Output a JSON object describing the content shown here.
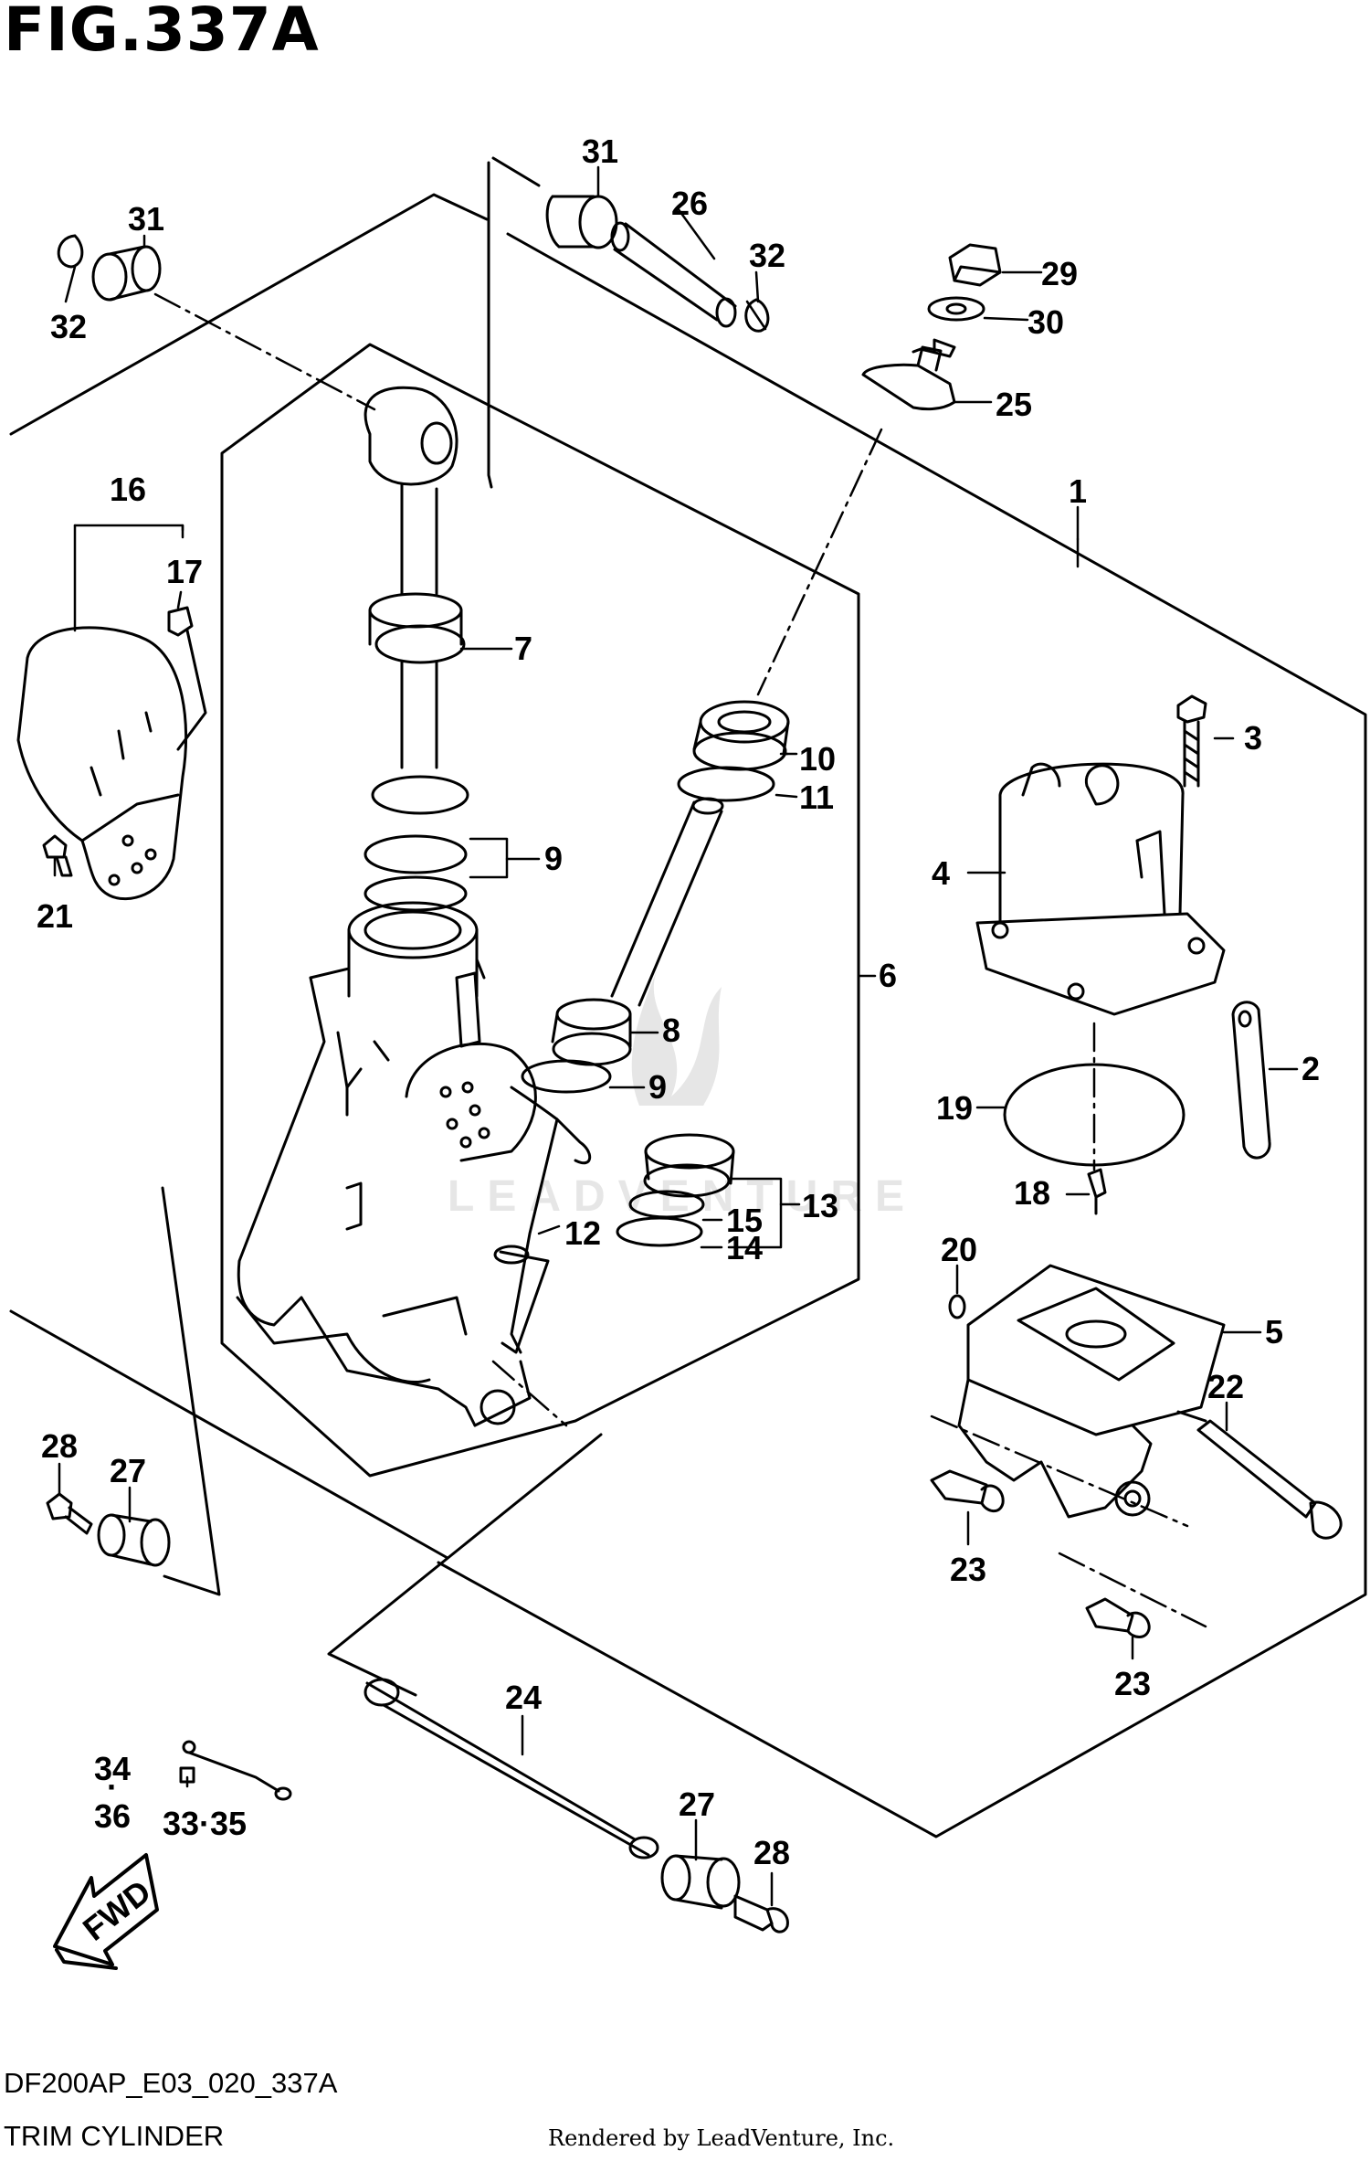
{
  "figure_title": "FIG.337A",
  "model_code": "DF200AP_E03_020_337A",
  "section_name": "TRIM CYLINDER",
  "credit": "Rendered by LeadVenture, Inc.",
  "watermark": "LEADVENTURE",
  "direction_label": "FWD",
  "callouts": {
    "p1": "1",
    "p2": "2",
    "p3": "3",
    "p4": "4",
    "p5": "5",
    "p6": "6",
    "p7": "7",
    "p8": "8",
    "p9a": "9",
    "p9b": "9",
    "p10": "10",
    "p11": "11",
    "p12": "12",
    "p13": "13",
    "p14": "14",
    "p15": "15",
    "p16": "16",
    "p17": "17",
    "p18": "18",
    "p19": "19",
    "p20": "20",
    "p21": "21",
    "p22": "22",
    "p23a": "23",
    "p23b": "23",
    "p24": "24",
    "p25": "25",
    "p26": "26",
    "p27a": "27",
    "p27b": "27",
    "p28a": "28",
    "p28b": "28",
    "p29": "29",
    "p30": "30",
    "p31a": "31",
    "p31b": "31",
    "p32a": "32",
    "p32b": "32",
    "p33": "33·35",
    "p34": "34",
    "p35": "·",
    "p36": "36"
  },
  "colors": {
    "line": "#000000",
    "background": "#ffffff",
    "watermark": "#e6e6e6"
  }
}
